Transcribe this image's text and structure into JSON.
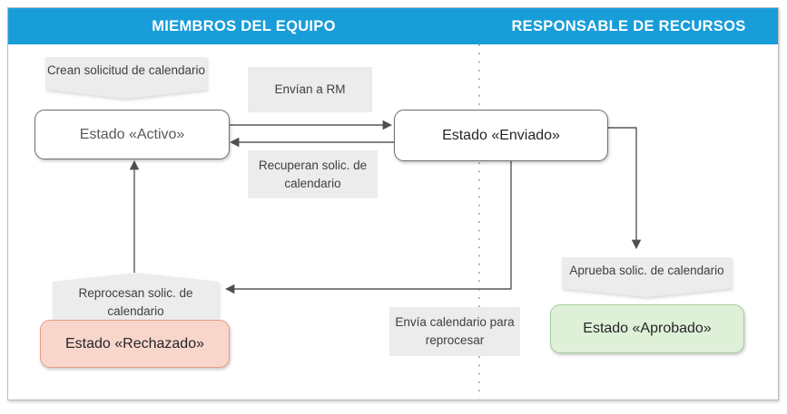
{
  "header": {
    "left_lane_title": "MIEMBROS DEL EQUIPO",
    "right_lane_title": "RESPONSABLE DE RECURSOS"
  },
  "nodes": {
    "activo": "Estado «Activo»",
    "enviado": "Estado «Enviado»",
    "rechazado": "Estado «Rechazado»",
    "aprobado": "Estado «Aprobado»"
  },
  "actions": {
    "crean": "Crean solicitud de calendario",
    "envian": "Envían a RM",
    "recuperan": "Recuperan solic. de calendario",
    "reprocesan": "Reprocesan solic. de calendario",
    "envia_reprocesar": "Envía calendario para reprocesar",
    "aprueba": "Aprueba solic. de calendario"
  },
  "colors": {
    "header_bg": "#189dd9",
    "label_bg": "#ececec",
    "rejected_bg": "#f8d6cb",
    "rejected_border": "#e79c89",
    "approved_bg": "#dff0d8",
    "approved_border": "#a3cf97",
    "connector": "#585858",
    "divider": "#9a9a9a",
    "frame_border": "#b7bcbf"
  }
}
